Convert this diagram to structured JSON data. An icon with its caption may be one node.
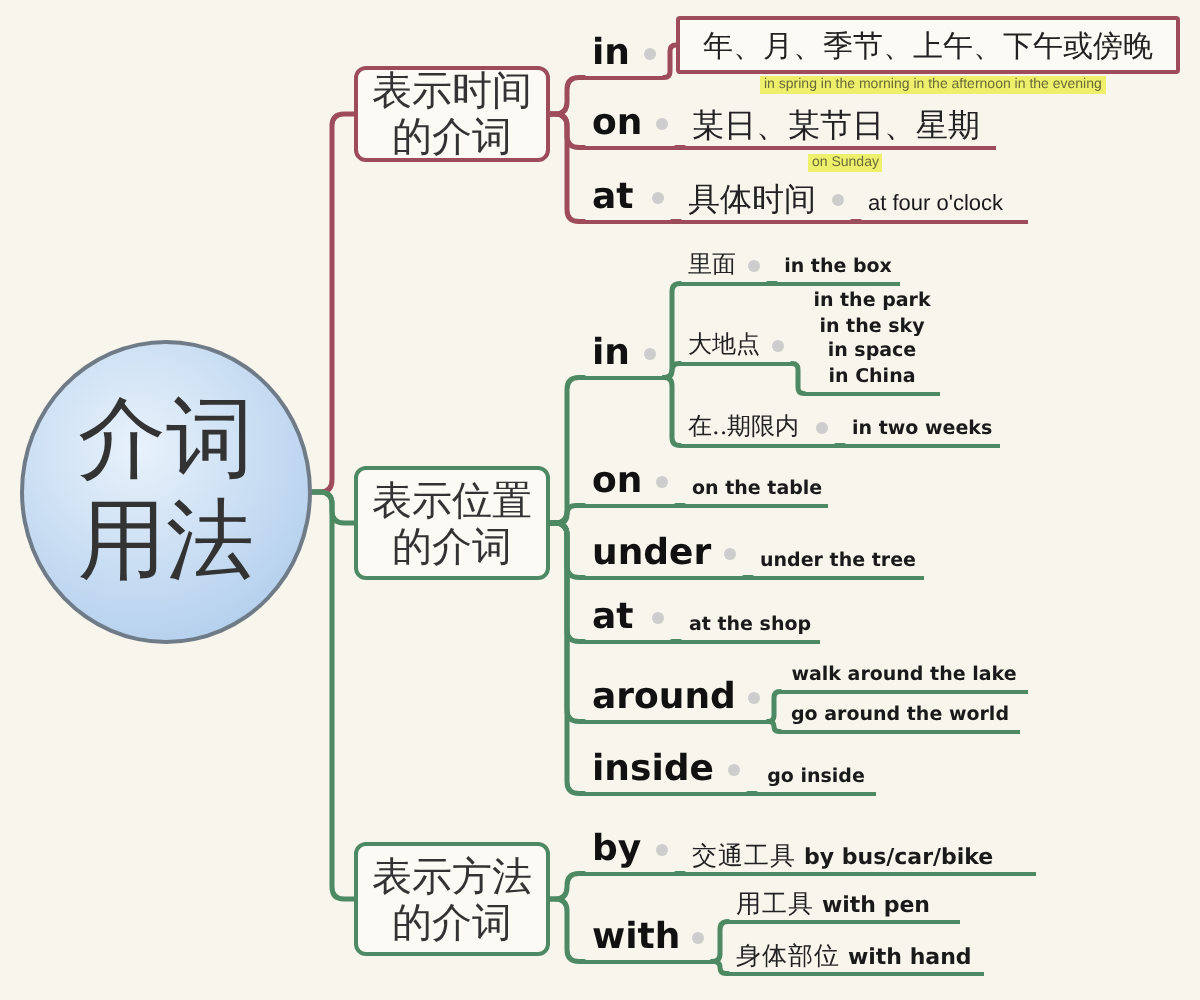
{
  "diagram": {
    "nodes": [
      {
        "text": [
          "介词用法"
        ]
      },
      {
        "text": [
          "表示时间的介词"
        ]
      },
      {
        "text": [
          "in"
        ]
      },
      {
        "text": [
          "年、月、季节、上午、下午或傍晚"
        ],
        "beside": [
          "in spring in the morning in the afternoon in the evening"
        ]
      },
      {
        "text": [
          "on"
        ]
      },
      {
        "text": [
          "某日、某节日、星期"
        ],
        "beside": [
          "on Sunday"
        ]
      },
      {
        "text": [
          "at"
        ]
      },
      {
        "text": [
          "具体时间"
        ]
      },
      {
        "text": [
          "at four o'clock"
        ]
      },
      {
        "text": [
          "表示位置的介词"
        ]
      },
      {
        "text": [
          "in"
        ]
      },
      {
        "text": [
          "里面"
        ]
      },
      {
        "text": [
          "in the box"
        ]
      },
      {
        "text": [
          "大地点"
        ]
      },
      {
        "text": [
          "in the park",
          "in the sky",
          "in space",
          "in China"
        ]
      },
      {
        "text": [
          "在..期限内"
        ]
      },
      {
        "text": [
          "in two weeks"
        ]
      },
      {
        "text": [
          "on"
        ]
      },
      {
        "text": [
          "on the table"
        ]
      },
      {
        "text": [
          "under"
        ]
      },
      {
        "text": [
          "under the tree"
        ]
      },
      {
        "text": [
          "at"
        ]
      },
      {
        "text": [
          "at the shop"
        ]
      },
      {
        "text": [
          "around"
        ]
      },
      {
        "text": [
          "walk around the lake"
        ]
      },
      {
        "text": [
          "go around the world"
        ]
      },
      {
        "text": [
          "inside"
        ]
      },
      {
        "text": [
          "go inside"
        ]
      },
      {
        "text": [
          "表示方法的介词"
        ]
      },
      {
        "text": [
          "by"
        ]
      },
      {
        "text": [
          "交通工具 **by bus/car/bike**"
        ]
      },
      {
        "text": [
          "with"
        ]
      },
      {
        "text": [
          "用工具 **with pen**"
        ]
      },
      {
        "text": [
          "身体部位 **with hand**"
        ]
      }
    ],
    "edges": [
      {
        "from": 0,
        "to": 1,
        "arrow": "none",
        "color": "#9e4b5b"
      },
      {
        "from": 1,
        "to": 2,
        "arrow": "none",
        "color": "#9e4b5b"
      },
      {
        "from": 2,
        "to": 3,
        "arrow": "none",
        "color": "#9e4b5b"
      },
      {
        "from": 1,
        "to": 4,
        "arrow": "none",
        "color": "#9e4b5b"
      },
      {
        "from": 4,
        "to": 5,
        "arrow": "none",
        "color": "#9e4b5b"
      },
      {
        "from": 1,
        "to": 6,
        "arrow": "none",
        "color": "#9e4b5b"
      },
      {
        "from": 6,
        "to": 7,
        "arrow": "none",
        "color": "#9e4b5b"
      },
      {
        "from": 7,
        "to": 8,
        "arrow": "none",
        "color": "#9e4b5b"
      },
      {
        "from": 0,
        "to": 9,
        "arrow": "none"
      },
      {
        "from": 9,
        "to": 10,
        "arrow": "none"
      },
      {
        "from": 10,
        "to": 11,
        "arrow": "none"
      },
      {
        "from": 11,
        "to": 12,
        "arrow": "none"
      },
      {
        "from": 10,
        "to": 13,
        "arrow": "none"
      },
      {
        "from": 13,
        "to": 14,
        "arrow": "none"
      },
      {
        "from": 10,
        "to": 15,
        "arrow": "none"
      },
      {
        "from": 15,
        "to": 16,
        "arrow": "none"
      },
      {
        "from": 9,
        "to": 17,
        "arrow": "none"
      },
      {
        "from": 17,
        "to": 18,
        "arrow": "none"
      },
      {
        "from": 9,
        "to": 19,
        "arrow": "none"
      },
      {
        "from": 19,
        "to": 20,
        "arrow": "none"
      },
      {
        "from": 9,
        "to": 21,
        "arrow": "none"
      },
      {
        "from": 21,
        "to": 22,
        "arrow": "none"
      },
      {
        "from": 9,
        "to": 23,
        "arrow": "none"
      },
      {
        "from": 23,
        "to": 24,
        "arrow": "none"
      },
      {
        "from": 23,
        "to": 25,
        "arrow": "none"
      },
      {
        "from": 9,
        "to": 26,
        "arrow": "none"
      },
      {
        "from": 26,
        "to": 27,
        "arrow": "none"
      },
      {
        "from": 0,
        "to": 28,
        "arrow": "none"
      },
      {
        "from": 28,
        "to": 29,
        "arrow": "none"
      },
      {
        "from": 29,
        "to": 30,
        "arrow": "none"
      },
      {
        "from": 28,
        "to": 31,
        "arrow": "none"
      },
      {
        "from": 31,
        "to": 32,
        "arrow": "none"
      },
      {
        "from": 31,
        "to": 33,
        "arrow": "none"
      }
    ]
  }
}
